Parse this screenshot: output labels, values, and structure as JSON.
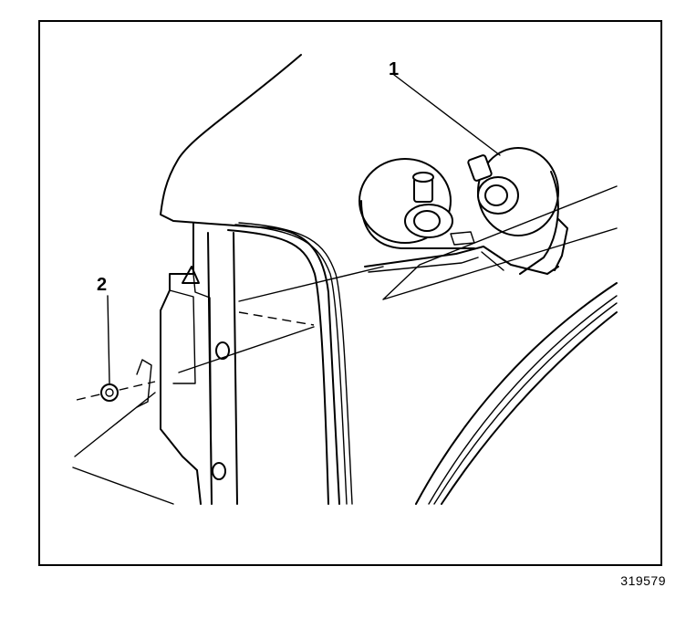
{
  "callouts": {
    "horn_label": "1",
    "nut_label": "2"
  },
  "figure_id": "319579"
}
